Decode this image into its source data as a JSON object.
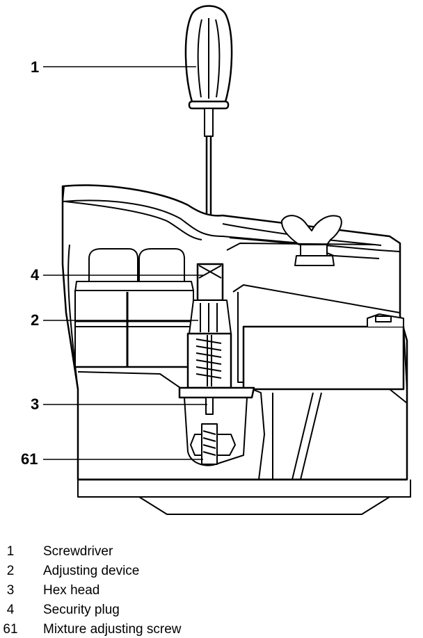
{
  "callouts": [
    {
      "number": "1",
      "target": "screwdriver"
    },
    {
      "number": "4",
      "target": "security-plug"
    },
    {
      "number": "2",
      "target": "adjusting-device"
    },
    {
      "number": "3",
      "target": "hex-head"
    },
    {
      "number": "61",
      "target": "mixture-adjusting-screw"
    }
  ],
  "legend": [
    {
      "number": "1",
      "label": "Screwdriver"
    },
    {
      "number": "2",
      "label": "Adjusting device"
    },
    {
      "number": "3",
      "label": "Hex head"
    },
    {
      "number": "4",
      "label": "Security plug"
    },
    {
      "number": "61",
      "label": "Mixture adjusting screw"
    }
  ]
}
